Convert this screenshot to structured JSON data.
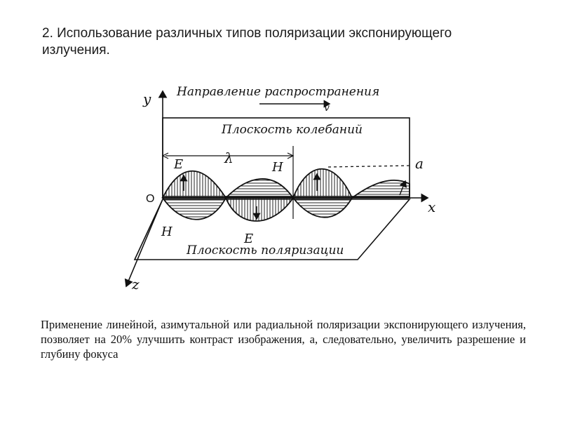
{
  "slide": {
    "title": "2. Использование различных типов поляризации экспонирующего излучения.",
    "body": "Применение линейной, азимутальной или радиальной поляризации экспонирующего излучения, позволяет на 20% улучшить контраст изображения, а, следовательно, увеличить разрешение и глубину фокуса"
  },
  "diagram": {
    "propagation_label": "Направление распространения",
    "v_label": "v",
    "oscillation_plane_label": "Плоскость колебаний",
    "polarization_plane_label": "Плоскость поляризации",
    "lambda_label": "λ",
    "e_top_label": "E",
    "h_top_label": "H",
    "h_bottom_label": "H",
    "e_bottom_label": "E",
    "a_label": "a",
    "origin_label": "O",
    "y_axis_label": "y",
    "x_axis_label": "x",
    "z_axis_label": "z"
  }
}
